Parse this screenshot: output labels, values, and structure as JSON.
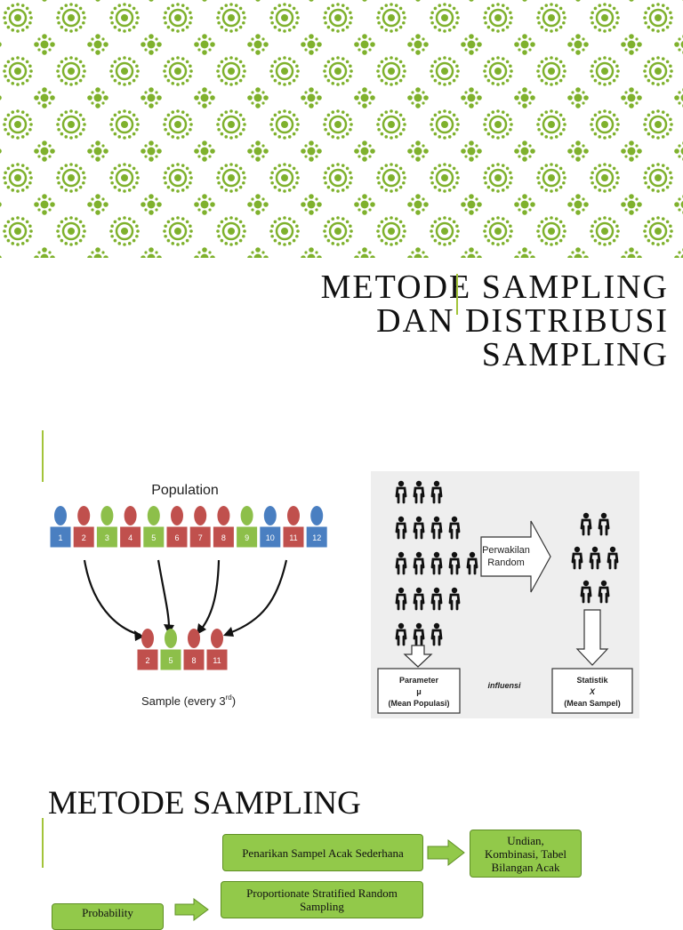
{
  "cover": {
    "title_lines": [
      "METODE SAMPLING",
      "DAN DISTRIBUSI",
      "SAMPLING"
    ],
    "pattern_color": "#7fb12d"
  },
  "systematic": {
    "population_label": "Population",
    "population": [
      {
        "n": "1",
        "color": "#4a7fc1"
      },
      {
        "n": "2",
        "color": "#c0504d"
      },
      {
        "n": "3",
        "color": "#8dbf4a"
      },
      {
        "n": "4",
        "color": "#c0504d"
      },
      {
        "n": "5",
        "color": "#8dbf4a"
      },
      {
        "n": "6",
        "color": "#c0504d"
      },
      {
        "n": "7",
        "color": "#c0504d"
      },
      {
        "n": "8",
        "color": "#c0504d"
      },
      {
        "n": "9",
        "color": "#8dbf4a"
      },
      {
        "n": "10",
        "color": "#4a7fc1"
      },
      {
        "n": "11",
        "color": "#c0504d"
      },
      {
        "n": "12",
        "color": "#4a7fc1"
      }
    ],
    "sample": [
      {
        "n": "2",
        "color": "#c0504d"
      },
      {
        "n": "5",
        "color": "#8dbf4a"
      },
      {
        "n": "8",
        "color": "#c0504d"
      },
      {
        "n": "11",
        "color": "#c0504d"
      }
    ],
    "sample_label": "Sample (every 3",
    "sample_label_sup": "rd",
    "sample_label_end": ")"
  },
  "representation": {
    "arrow_label_1": "Perwakilan",
    "arrow_label_2": "Random",
    "param_lines": [
      "Parameter",
      "μ",
      "(Mean Populasi)"
    ],
    "influence": "influensi",
    "stat_lines": [
      "Statistik",
      "X",
      "(Mean Sampel)"
    ]
  },
  "methods": {
    "section_title": "METODE SAMPLING",
    "box_srs": "Penarikan Sampel Acak Sederhana",
    "box_tools": [
      "Undian,",
      "Kombinasi, Tabel",
      "Bilangan Acak"
    ],
    "box_stratified": [
      "Proportionate Stratified Random",
      "Sampling"
    ],
    "box_prob": "Probability"
  }
}
